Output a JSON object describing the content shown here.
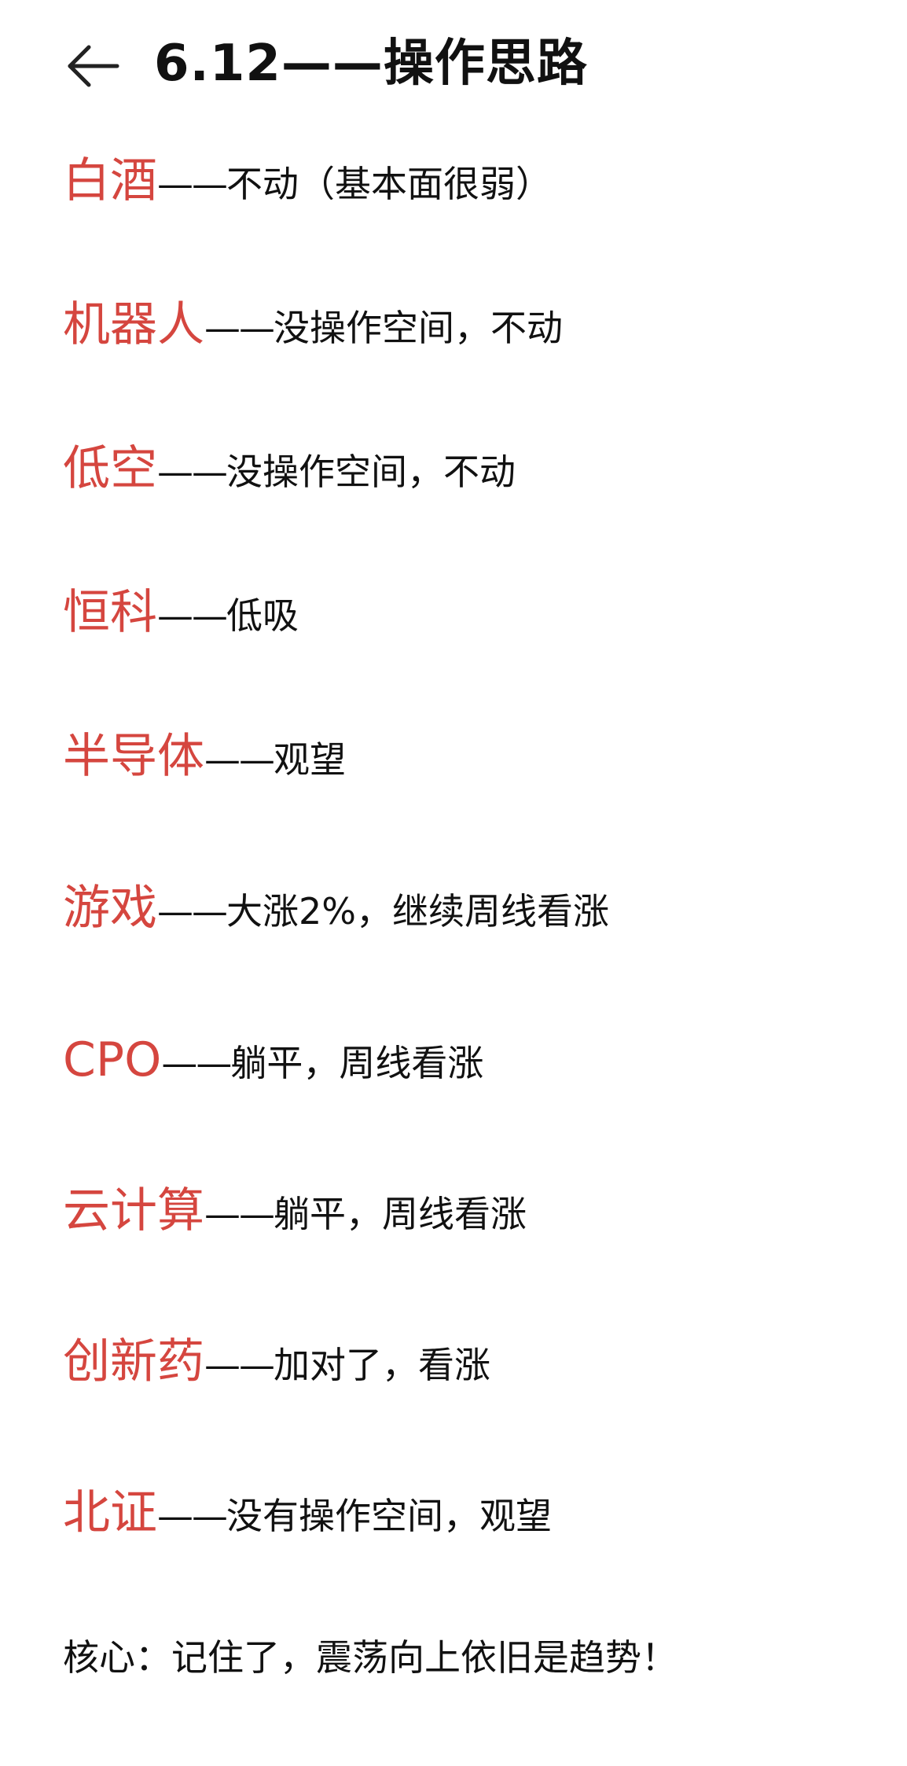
{
  "header": {
    "back_icon": "back-arrow-icon",
    "title": "6.12——操作思路"
  },
  "notes": [
    {
      "sector": "白酒",
      "dash": "——",
      "action": "不动（基本面很弱）"
    },
    {
      "sector": "机器人",
      "dash": "——",
      "action": "没操作空间，不动"
    },
    {
      "sector": "低空",
      "dash": "——",
      "action": "没操作空间，不动"
    },
    {
      "sector": "恒科",
      "dash": "——",
      "action": "低吸"
    },
    {
      "sector": "半导体",
      "dash": "——",
      "action": "观望"
    },
    {
      "sector": "游戏",
      "dash": "——",
      "action": "大涨2%，继续周线看涨"
    },
    {
      "sector": "CPO",
      "dash": "——",
      "action": "躺平，周线看涨"
    },
    {
      "sector": "云计算",
      "dash": "——",
      "action": "躺平，周线看涨"
    },
    {
      "sector": "创新药",
      "dash": "——",
      "action": "加对了，看涨"
    },
    {
      "sector": "北证",
      "dash": "——",
      "action": "没有操作空间，观望"
    }
  ],
  "summary": "核心：记住了，震荡向上依旧是趋势！",
  "colors": {
    "sector_accent": "#d5463f",
    "text": "#111111",
    "background": "#ffffff"
  }
}
